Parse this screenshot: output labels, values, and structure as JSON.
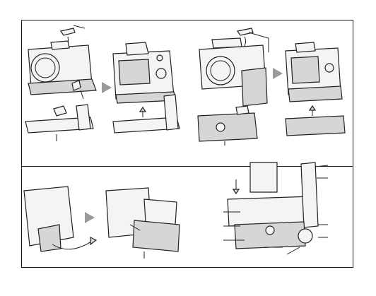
{
  "figure": {
    "panels": [
      {
        "name": "attach-grip-em10"
      },
      {
        "name": "grip-attached-rear-em10"
      },
      {
        "name": "attach-grip-em5"
      },
      {
        "name": "grip-attached-rear-em5"
      },
      {
        "name": "battery-holder-open"
      },
      {
        "name": "battery-inserted"
      },
      {
        "name": "grip-parts-callouts"
      }
    ],
    "step_arrow_icon": "triangle-right",
    "colors": {
      "line": "#222222",
      "fill": "#f4f4f4",
      "shade": "#d6d6d6",
      "step_arrow": "#9a9a9a"
    }
  }
}
